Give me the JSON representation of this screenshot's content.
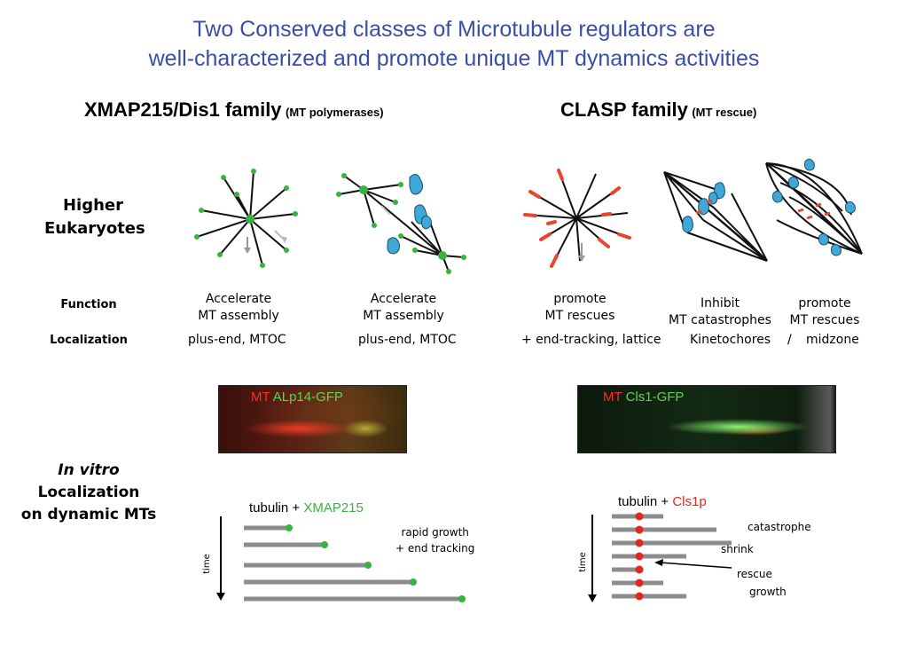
{
  "title": {
    "line1": "Two Conserved classes of Microtubule regulators are",
    "line2": "well-characterized and promote unique MT dynamics activities"
  },
  "left_family": {
    "name": "XMAP215/Dis1 family",
    "note": "(MT polymerases)"
  },
  "right_family": {
    "name": "CLASP family",
    "note": "(MT rescue)"
  },
  "row_labels": {
    "higher_eukaryotes": [
      "Higher",
      "Eukaryotes"
    ],
    "function": "Function",
    "localization": "Localization",
    "in_vitro": [
      "In vitro",
      "Localization",
      "on dynamic MTs"
    ]
  },
  "functions": [
    [
      "Accelerate",
      "MT assembly"
    ],
    [
      "Accelerate",
      "MT assembly"
    ],
    [
      "promote",
      "MT rescues"
    ],
    [
      "Inhibit",
      "MT catastrophes"
    ],
    [
      "promote",
      "MT rescues"
    ]
  ],
  "localizations": [
    "plus-end, MTOC",
    "plus-end, MTOC",
    "+ end-tracking, lattice",
    "Kinetochores",
    "/",
    "midzone"
  ],
  "micrographs": {
    "left": {
      "label_mt": "MT",
      "label_protein": "ALp14-GFP"
    },
    "right": {
      "label_mt": "MT",
      "label_protein": "Cls1-GFP"
    }
  },
  "in_vitro_left": {
    "label_prefix": "tubulin +",
    "label_protein": "XMAP215",
    "annotation": [
      "rapid growth",
      "+ end tracking"
    ],
    "time_label": "time",
    "mt_lengths": [
      48,
      88,
      137,
      188,
      243
    ]
  },
  "in_vitro_right": {
    "label_prefix": "tubulin +",
    "label_protein": "Cls1p",
    "annotations": [
      "catastrophe",
      "shrink",
      "rescue",
      "growth"
    ],
    "time_label": "time",
    "mt_lengths": [
      58,
      118,
      135,
      84,
      30,
      58,
      84
    ]
  },
  "colors": {
    "title": "#3a4ea8",
    "green": "#36b43c",
    "red": "#e0291c",
    "red_seg": "#e8452c",
    "cyan": "#3ea9d8",
    "mt_gray": "#8c8c8c"
  }
}
